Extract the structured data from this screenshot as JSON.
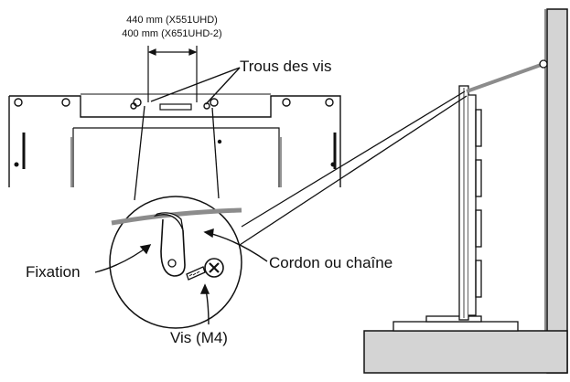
{
  "dimension_label": {
    "line1": "440 mm (X551UHD)",
    "line2": "400 mm (X651UHD-2)"
  },
  "labels": {
    "screw_holes": "Trous des vis",
    "fixation": "Fixation",
    "cord_or_chain": "Cordon ou chaîne",
    "screw": "Vis (M4)"
  },
  "colors": {
    "line": "#111111",
    "cord": "#8c8c8c",
    "wall_fill": "#d4d4d4",
    "background": "#ffffff"
  }
}
